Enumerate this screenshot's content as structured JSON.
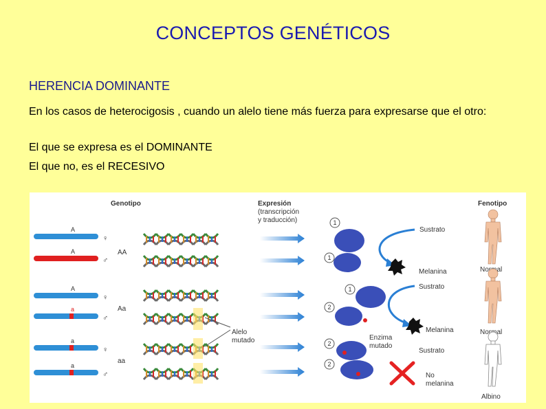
{
  "slide": {
    "title": "CONCEPTOS GENÉTICOS",
    "subtitle": "HERENCIA DOMINANTE",
    "paragraph1": "En los casos de heterocigosis , cuando un alelo tiene más fuerza para expresarse que el otro:",
    "paragraph2": "El que se expresa es el DOMINANTE",
    "paragraph3": "El que no, es el RECESIVO"
  },
  "figure": {
    "headers": {
      "genotipo": "Genotipo",
      "expresion_line1": "Expresión",
      "expresion_line2": "(transcripción",
      "expresion_line3": "y traducción)",
      "fenotipo": "Fenotipo"
    },
    "rows": [
      {
        "chrom_top": "A",
        "chrom_bottom": "A",
        "genotype": "AA",
        "phenotype": "Normal"
      },
      {
        "chrom_top": "A",
        "chrom_bottom": "a",
        "genotype": "Aa",
        "phenotype": "Normal"
      },
      {
        "chrom_top": "a",
        "chrom_bottom": "a",
        "genotype": "aa",
        "phenotype": "Albino"
      }
    ],
    "symbols": {
      "female": "♀",
      "male": "♂"
    },
    "labels": {
      "sustrato": "Sustrato",
      "melanina": "Melanina",
      "alelo_mutado_1": "Alelo",
      "alelo_mutado_2": "mutado",
      "enzima_mutado_1": "Enzima",
      "enzima_mutado_2": "mutado",
      "no_melanina_1": "No",
      "no_melanina_2": "melanina",
      "circle_1": "1",
      "circle_2": "2"
    },
    "colors": {
      "chromosome_blue": "#2E8FD6",
      "chromosome_red": "#E02020",
      "enzyme_blue": "#3A4FB8",
      "arrow_blue": "#2A7FD4",
      "cross_red": "#E52222",
      "skin": "#F2C2A0"
    }
  }
}
